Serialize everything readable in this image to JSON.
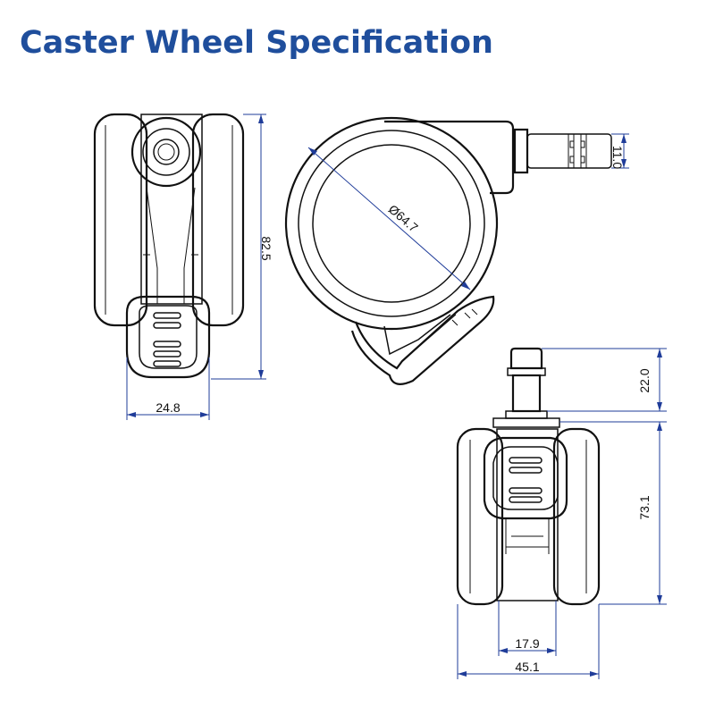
{
  "title": "Caster Wheel Specification",
  "dimensions": {
    "total_height": "82.5",
    "side_width": "24.8",
    "wheel_diameter": "Ø64.7",
    "stem_diameter": "11.0",
    "stem_length": "22.0",
    "body_height": "73.1",
    "inner_width": "17.9",
    "wheel_width": "45.1"
  },
  "colors": {
    "title": "#1f4e9c",
    "dimension_lines": "#1f3c99",
    "outline": "#111111"
  }
}
